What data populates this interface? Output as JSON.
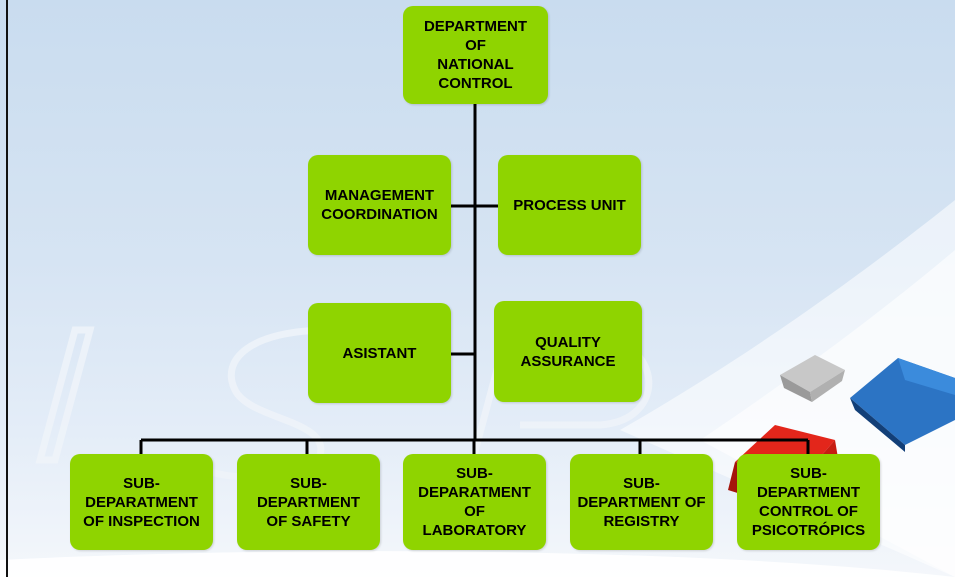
{
  "org_chart": {
    "top": "DEPARTMENT\nOF\nNATIONAL\nCONTROL",
    "management": "MANAGEMENT\nCOORDINATION",
    "process": "PROCESS UNIT",
    "assistant": "ASISTANT",
    "quality": "QUALITY\nASSURANCE",
    "subs": [
      "SUB-\nDEPARATMENT\nOF INSPECTION",
      "SUB-\nDEPARTMENT\nOF SAFETY",
      "SUB-\nDEPARATMENT\nOF\nLABORATORY",
      "SUB-\nDEPARTMENT OF\nREGISTRY",
      "SUB-\nDEPARTMENT\nCONTROL OF\nPSICOTRÓPICS"
    ]
  },
  "colors": {
    "box_fill": "#8fd400",
    "connector": "#000000",
    "background": "#d6e4f3",
    "cube_blue": "#1f5fa8",
    "cube_red": "#e3261b",
    "cube_grey": "#c8c8c8"
  }
}
